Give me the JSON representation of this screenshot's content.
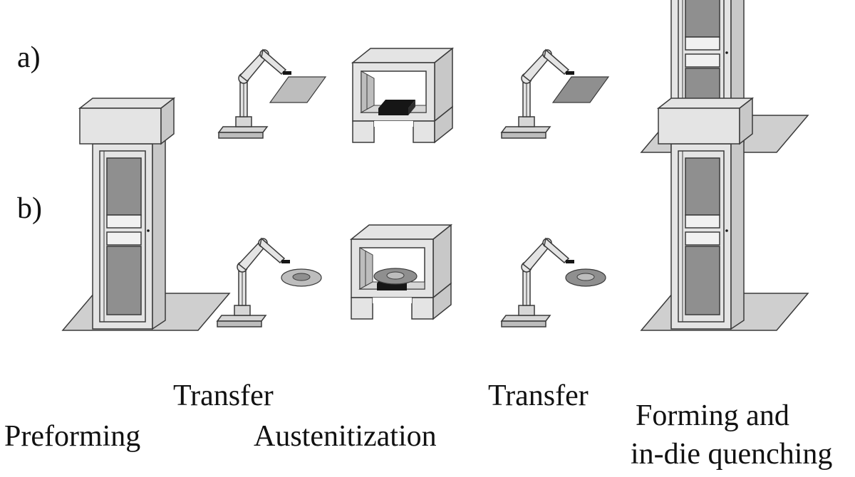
{
  "rows": [
    {
      "label": "a)",
      "stations": [
        "robot",
        "furnace",
        "robot",
        "press"
      ],
      "workpiece": "blank",
      "preform_press": false
    },
    {
      "label": "b)",
      "stations": [
        "press",
        "robot",
        "furnace",
        "robot",
        "press"
      ],
      "workpiece": "preform",
      "preform_press": true
    }
  ],
  "stage_labels": {
    "preforming": "Preforming",
    "transfer_1": "Transfer",
    "austenitization": "Austenitization",
    "transfer_2": "Transfer",
    "forming_line1": "Forming and",
    "forming_line2": "in-die quenching"
  },
  "colors": {
    "light_gray": "#e4e4e4",
    "mid_gray": "#bdbdbd",
    "dark_gray": "#8f8f8f",
    "black": "#161616",
    "outline": "#3a3a3a",
    "floor": "#cfcfcf"
  }
}
